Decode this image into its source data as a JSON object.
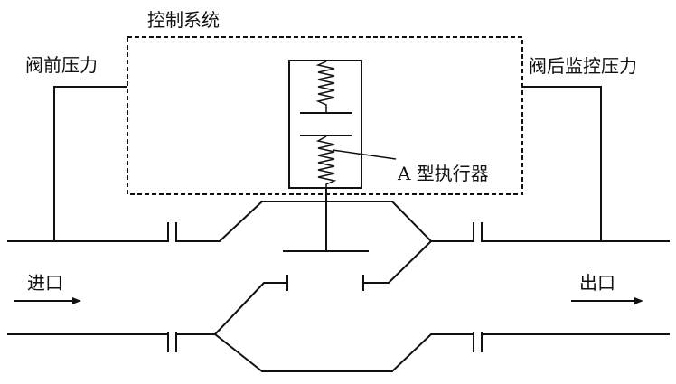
{
  "labels": {
    "control_system": "控制系统",
    "upstream_pressure": "阀前压力",
    "downstream_pressure": "阀后监控压力",
    "actuator": "A 型执行器",
    "inlet": "进口",
    "outlet": "出口"
  }
}
